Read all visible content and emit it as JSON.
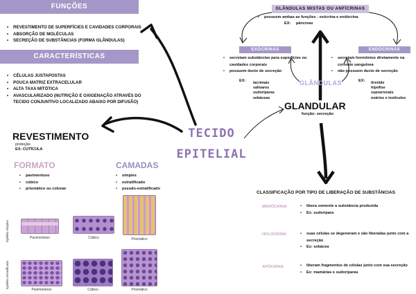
{
  "funcoes": {
    "title": "FUNÇÕES",
    "items": [
      "REVESTIMENTO DE SUPERFÍCIES E CAVIDADES CORPORAIS",
      "ABSORÇÃO DE MOLÉCULAS",
      "SECREÇÃO DE SUBSTÂNCIAS (FORMA GLÂNDULAS)"
    ]
  },
  "caracteristicas": {
    "title": "CARACTERÍSTICAS",
    "items": [
      "CÉLULAS JUSTAPOSTAS",
      "POUCA MATRIZ EXTRACELULAR",
      "ALTA TAXA MITÓTICA",
      "AVASCULARIZADO (NUTRIÇÃO E OXIGENAÇÃO ATRAVÉS DO TECIDO CONJUNTIVO LOCALIZADO ABAIXO POR DIFUSÃO)"
    ]
  },
  "center_title": {
    "line1": "TECIDO",
    "line2": "EPITELIAL"
  },
  "revestimento": {
    "title": "REVESTIMENTO",
    "sub1": "proteção",
    "sub2": "EX: CUTÍCULA"
  },
  "formato": {
    "title": "FORMATO",
    "items": [
      "pavimentoso",
      "cúbico",
      "prismático ou colunar"
    ]
  },
  "camadas": {
    "title": "CAMADAS",
    "items": [
      "simples",
      "estratificado",
      "pseudo-estratificado"
    ]
  },
  "illustration": {
    "row1_label": "Epitélio simples",
    "row2_label": "Epitélio estratificado",
    "captions_row1": [
      "Pavimentoso",
      "Cúbico",
      "Prismático"
    ],
    "captions_row2": [
      "Pavimentoso",
      "Cúbico",
      "Prismático"
    ]
  },
  "glandulas_mistas": {
    "title": "GLÂNDULAS MISTAS OU ANFÍCRINAS",
    "item": "possuem ambas as funções : exócrina e endócrina",
    "ex_label": "EX:",
    "ex_value": "pâncreas"
  },
  "exocrinas": {
    "title": "EXÓCRINAS",
    "items": [
      "secretam substâncias para superfícies ou cavidades corporais",
      "possuem ducto de secreção"
    ],
    "ex_label": "EX:",
    "examples": [
      "lacrimais",
      "salivares",
      "sudoríparas",
      "sebáceas"
    ]
  },
  "endocrinas": {
    "title": "ENDÓCRINAS",
    "items": [
      "secretam hormônios diretamente na corrente sanguínea",
      "não possuem ducto de secreção"
    ],
    "ex_label": "EX:",
    "examples": [
      "tireóide",
      "hipófise",
      "suprarrenais",
      "ovários e testículos"
    ]
  },
  "glandulas_label": "GLÂNDULAS",
  "glandular": {
    "title": "GLANDULAR",
    "sub": "função: secreção"
  },
  "classificacao": {
    "title": "CLASSIFICAÇÃO POR TIPO DE LIBERAÇÃO DE SUBSTÂNCIAS",
    "types": [
      {
        "name": "MERÓCRINA",
        "items": [
          "libera somente a substância produzida",
          "Ex: sudorípara"
        ]
      },
      {
        "name": "HOLÓCRINA",
        "items": [
          "suas células se degeneram e são liberadas junto com a secreção",
          "Ex: sebácea"
        ]
      },
      {
        "name": "APÓCRINA",
        "items": [
          "liberam fragmentos de células junto com sua secreção",
          "Ex: mamárias e sudoríparas"
        ]
      }
    ]
  },
  "colors": {
    "band": "#a598c8",
    "formato": "#c8a4c8",
    "camadas": "#9a8cc0",
    "classif_name": "#c7a4c7",
    "center_title": "#8e72b0"
  }
}
